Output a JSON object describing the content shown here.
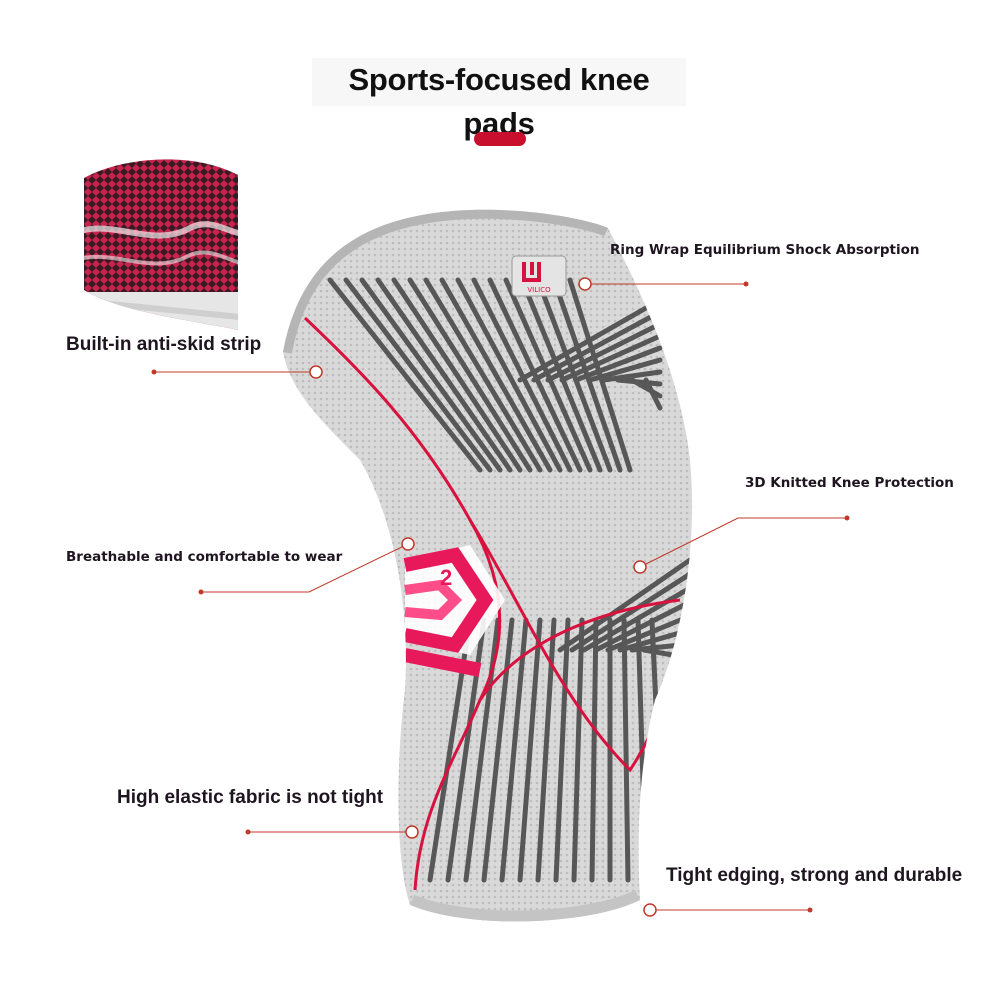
{
  "title": "Sports-focused knee pads",
  "colors": {
    "accent": "#c8102e",
    "pink": "#e8195a",
    "fabric": "#d6d6d6",
    "stripe": "#4a4a4a"
  },
  "features": [
    {
      "id": "ring-wrap",
      "label": "Ring Wrap Equilibrium Shock Absorption"
    },
    {
      "id": "anti-skid",
      "label": "Built-in anti-skid strip"
    },
    {
      "id": "knitted-3d",
      "label": "3D Knitted Knee Protection"
    },
    {
      "id": "breathable",
      "label": "Breathable and comfortable to wear"
    },
    {
      "id": "elastic",
      "label": "High elastic fabric is not tight"
    },
    {
      "id": "edging",
      "label": "Tight edging, strong and durable"
    }
  ],
  "brand_logo_text": "VILICO",
  "patch_number": "2"
}
